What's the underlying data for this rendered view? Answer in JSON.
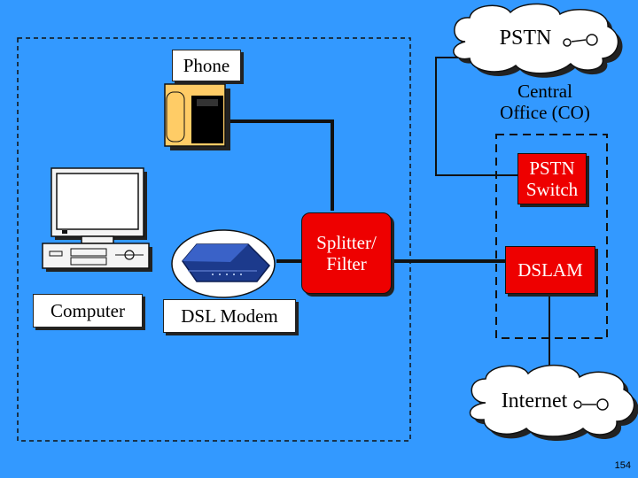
{
  "nodes": {
    "pstn_cloud": "PSTN",
    "phone": "Phone",
    "central_office": "Central\nOffice (CO)",
    "pstn_switch": "PSTN\nSwitch",
    "splitter_filter": "Splitter/\nFilter",
    "dslam": "DSLAM",
    "computer": "Computer",
    "dsl_modem": "DSL Modem",
    "internet_cloud": "Internet"
  },
  "footer": {
    "page_number": "154"
  },
  "colors": {
    "background": "#3399ff",
    "accent_red": "#ee0000",
    "line": "#111111",
    "box_white": "#ffffff",
    "phone_orange": "#ffcc66"
  },
  "icons": [
    "phone-icon",
    "computer-icon",
    "dsl-modem-icon",
    "cloud-icon",
    "connector-icon"
  ]
}
